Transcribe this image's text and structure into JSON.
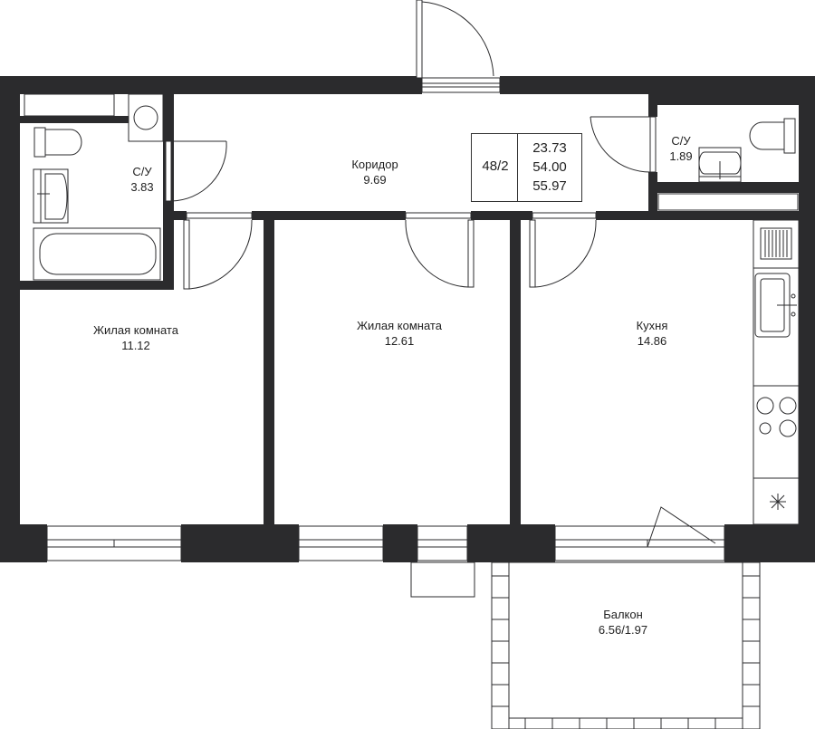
{
  "rooms": {
    "corridor": {
      "name": "Коридор",
      "area": "9.69"
    },
    "bath_left": {
      "name": "С/У",
      "area": "3.83"
    },
    "bath_right": {
      "name": "С/У",
      "area": "1.89"
    },
    "living_1": {
      "name": "Жилая комната",
      "area": "11.12"
    },
    "living_2": {
      "name": "Жилая комната",
      "area": "12.61"
    },
    "kitchen": {
      "name": "Кухня",
      "area": "14.86"
    },
    "balcony": {
      "name": "Балкон",
      "area": "6.56/1.97"
    }
  },
  "summary": {
    "apartment_number": "48/2",
    "living_area": "23.73",
    "total_area": "54.00",
    "total_area_with_balcony": "55.97"
  }
}
